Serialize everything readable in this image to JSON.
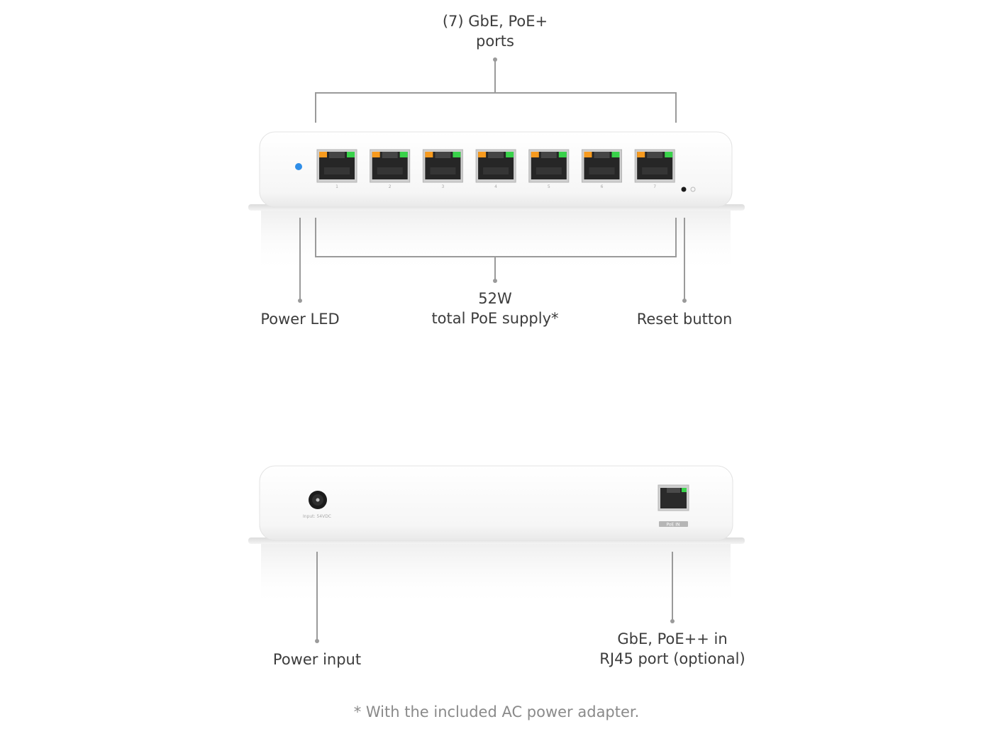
{
  "front_view": {
    "ports_callout": {
      "line1": "(7) GbE, PoE+",
      "line2": "ports"
    },
    "power_led_callout": "Power LED",
    "poe_supply_callout": {
      "line1": "52W",
      "line2": "total PoE supply*"
    },
    "reset_button_callout": "Reset button",
    "port_labels": [
      "1",
      "2",
      "3",
      "4",
      "5",
      "6",
      "7"
    ],
    "port_count": 7
  },
  "rear_view": {
    "power_input_callout": "Power input",
    "poe_in_callout": {
      "line1": "GbE, PoE++ in",
      "line2": "RJ45 port (optional)"
    },
    "power_jack_label": "Input: 54VDC",
    "poe_in_port_label": "PoE IN"
  },
  "footnote": "* With the included AC power adapter.",
  "colors": {
    "led_blue": "#2f8ee8",
    "link_green": "#39d24a",
    "activity_orange": "#f79a1e",
    "callout_line": "#9a9a9a"
  }
}
